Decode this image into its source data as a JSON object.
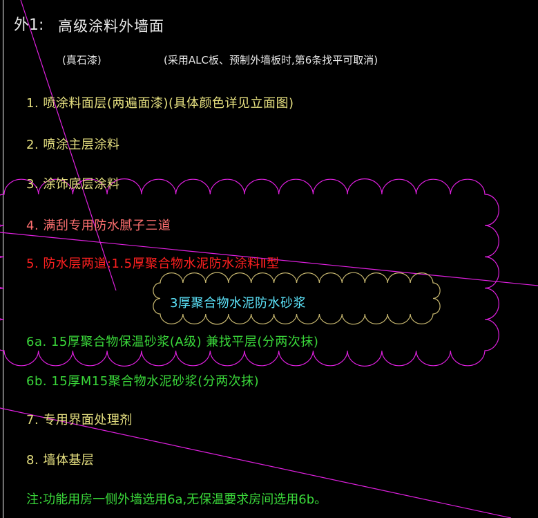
{
  "colors": {
    "white": "#e8e8e8",
    "yellow": "#e6e080",
    "pink": "#ff7070",
    "red": "#ff2020",
    "cyan": "#5ee8ff",
    "green": "#3ad83a",
    "magenta": "#e020e0",
    "cloud_inner": "#c8b870"
  },
  "header": {
    "label": "外1:",
    "title": "高级涂料外墙面",
    "subtitle": "(真石漆)",
    "note": "(采用ALC板、预制外墙板时,第6条找平可取消)"
  },
  "layers": [
    {
      "id": "l1",
      "text": "1. 喷涂料面层(两遍面漆)(具体颜色详见立面图)",
      "color": "yellow"
    },
    {
      "id": "l2",
      "text": "2. 喷涂主层涂料",
      "color": "yellow"
    },
    {
      "id": "l3",
      "text": "3. 涂饰底层涂料",
      "color": "yellow"
    },
    {
      "id": "l4",
      "text": "4. 满刮专用防水腻子三道",
      "color": "pink"
    },
    {
      "id": "l5",
      "text": "5. 防水层两道:1.5厚聚合物水泥防水涂料Ⅱ型",
      "color": "red"
    },
    {
      "id": "l5b",
      "text": "3厚聚合物水泥防水砂浆",
      "color": "cyan"
    },
    {
      "id": "l6a",
      "text": "6a. 15厚聚合物保温砂浆(A级) 兼找平层(分两次抹)",
      "color": "green"
    },
    {
      "id": "l6b",
      "text": "6b. 15厚M15聚合物水泥砂浆(分两次抹)",
      "color": "green"
    },
    {
      "id": "l7",
      "text": "7. 专用界面处理剂",
      "color": "yellow"
    },
    {
      "id": "l8",
      "text": "8. 墙体基层",
      "color": "yellow"
    }
  ],
  "footnote": "注:功能用房一侧外墙选用6a,无保温要求房间选用6b。"
}
